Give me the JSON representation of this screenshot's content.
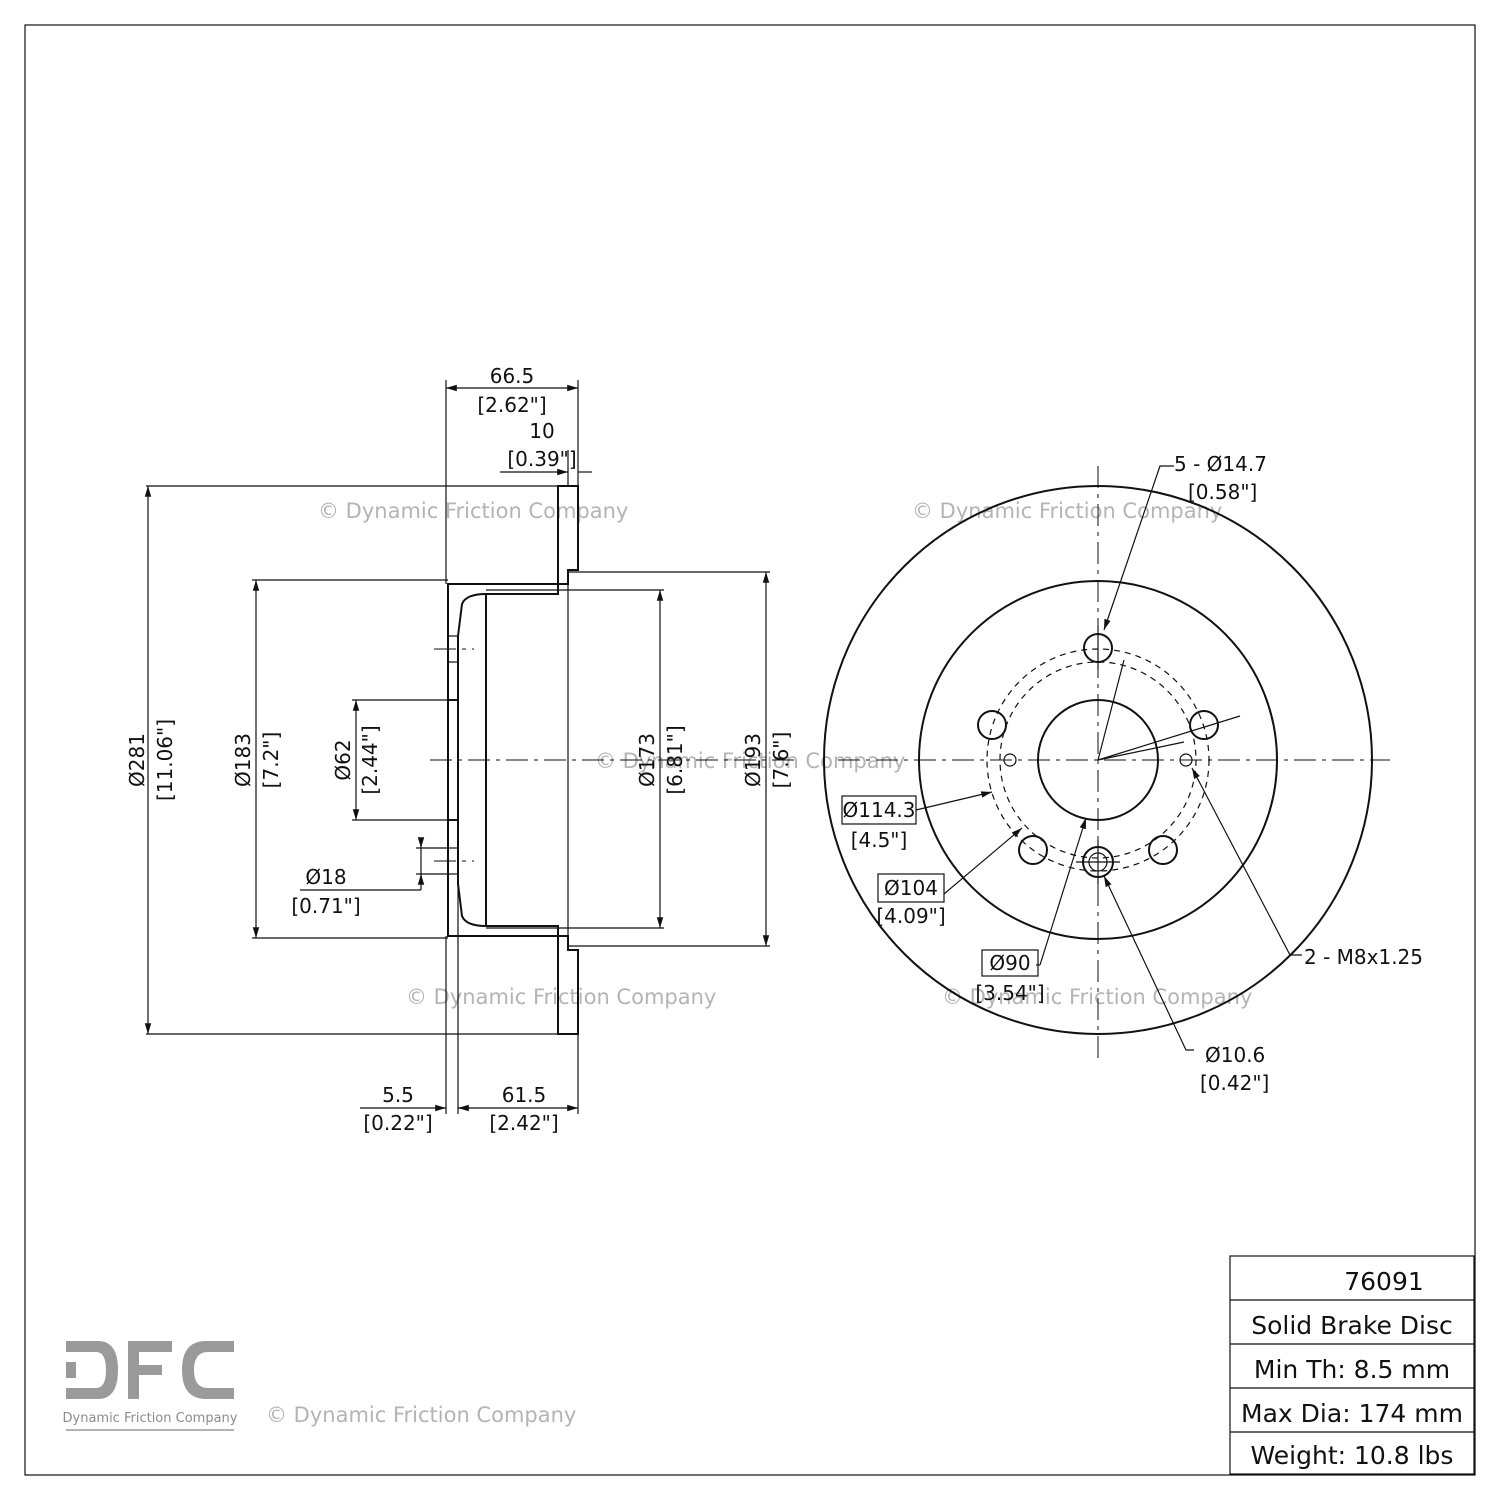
{
  "part_number": "76091",
  "title_block": {
    "type": "Solid Brake Disc",
    "min_th": "Min Th: 8.5 mm",
    "max_dia": "Max Dia: 174 mm",
    "weight": "Weight: 10.8 lbs"
  },
  "watermark": "© Dynamic Friction Company",
  "logo": {
    "mark": "DFC",
    "subtitle": "Dynamic Friction Company"
  },
  "side_view": {
    "overall_width": {
      "mm": "66.5",
      "in": "[2.62\"]"
    },
    "rotor_thickness": {
      "mm": "10",
      "in": "[0.39\"]"
    },
    "outer_diameter": {
      "mm": "Ø281",
      "in": "[11.06\"]"
    },
    "hat_diameter": {
      "mm": "Ø183",
      "in": "[7.2\"]"
    },
    "center_bore": {
      "mm": "Ø62",
      "in": "[2.44\"]"
    },
    "inner_hat_diameter": {
      "mm": "Ø173",
      "in": "[6.81\"]"
    },
    "hat_outer_diameter": {
      "mm": "Ø193",
      "in": "[7.6\"]"
    },
    "stud_hole": {
      "mm": "Ø18",
      "in": "[0.71\"]"
    },
    "hub_offset": {
      "mm": "5.5",
      "in": "[0.22\"]"
    },
    "hat_depth": {
      "mm": "61.5",
      "in": "[2.42\"]"
    }
  },
  "front_view": {
    "bolt_holes": {
      "mm": "5 - Ø14.7",
      "in": "[0.58\"]"
    },
    "bolt_circle": {
      "mm": "Ø114.3",
      "in": "[4.5\"]"
    },
    "circle_104": {
      "mm": "Ø104",
      "in": "[4.09\"]"
    },
    "circle_90": {
      "mm": "Ø90",
      "in": "[3.54\"]"
    },
    "threaded_holes": {
      "mm": "2 - M8x1.25"
    },
    "small_hole": {
      "mm": "Ø10.6",
      "in": "[0.42\"]"
    }
  }
}
